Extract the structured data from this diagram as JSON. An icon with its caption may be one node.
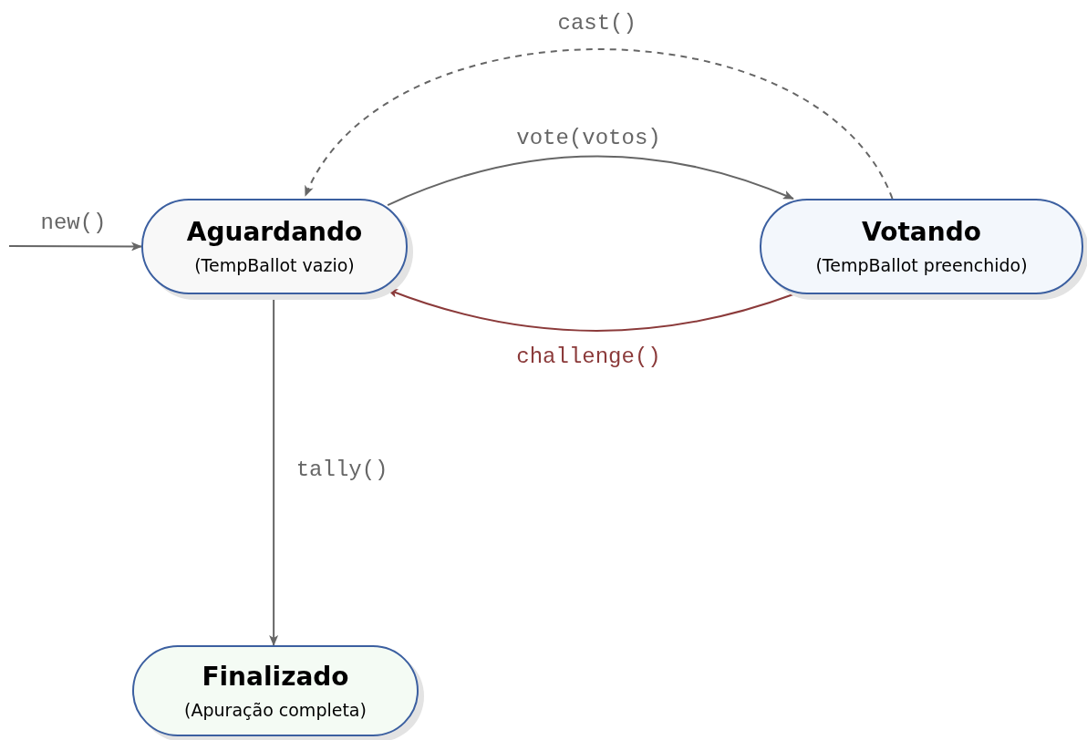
{
  "diagram": {
    "nodes": [
      {
        "text": [
          "Aguardando",
          "(TempBallot vazio)"
        ]
      },
      {
        "text": [
          "Votando",
          "(TempBallot preenchido)"
        ]
      },
      {
        "text": [
          "Finalizado",
          "(Apuração completa)"
        ]
      }
    ],
    "edges": [
      {
        "from": null,
        "to": 0,
        "arrow": "to",
        "label": "new()"
      },
      {
        "from": 0,
        "to": 1,
        "arrow": "to",
        "label": "vote(votos)"
      },
      {
        "from": 1,
        "to": 0,
        "arrow": "to",
        "label": "challenge()",
        "color": "#8b3a3a"
      },
      {
        "from": 1,
        "to": 0,
        "arrow": "to",
        "label": "cast()",
        "style": "dashed"
      },
      {
        "from": 0,
        "to": 2,
        "arrow": "to",
        "label": "tally()"
      }
    ]
  }
}
